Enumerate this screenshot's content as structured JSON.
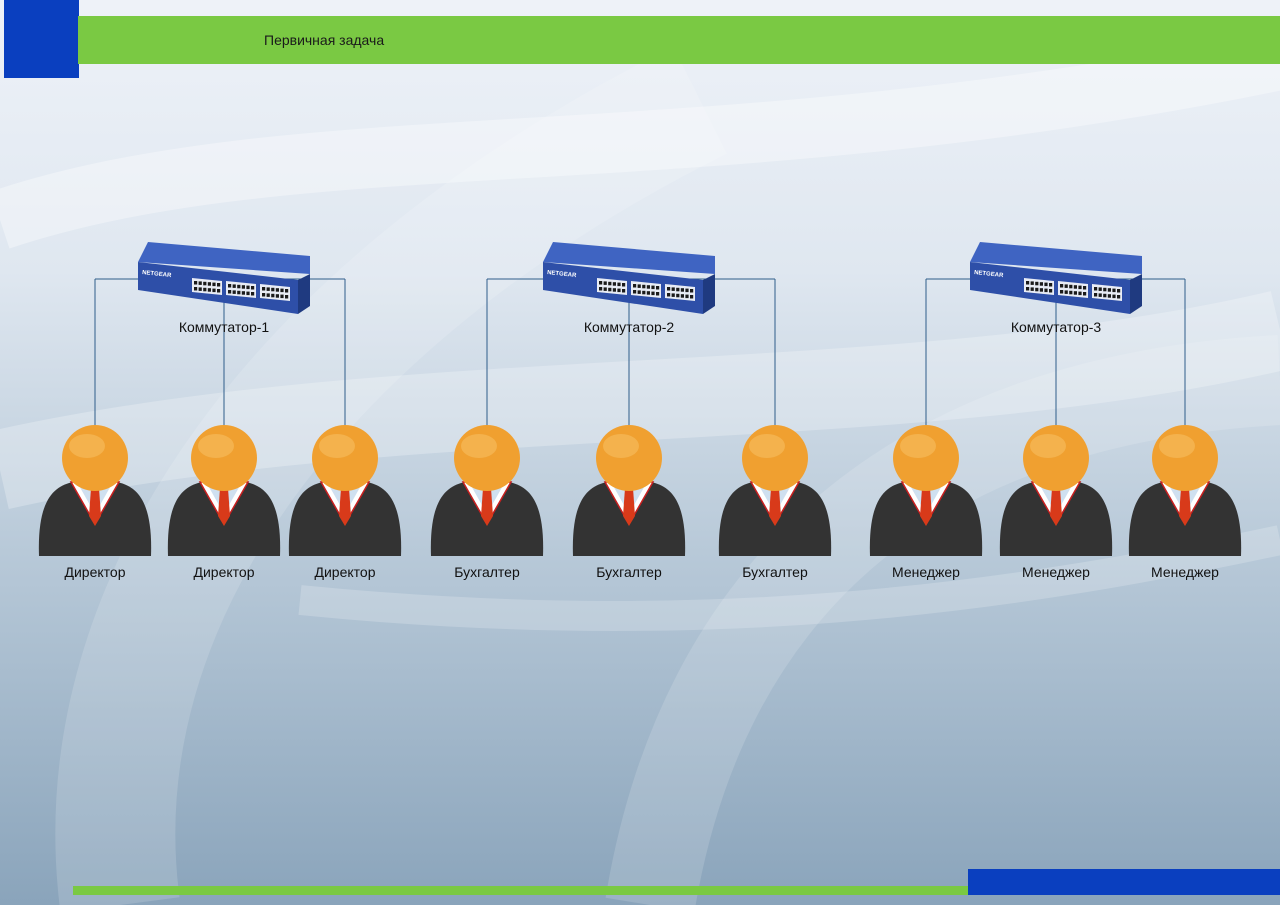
{
  "header": {
    "title": "Первичная задача"
  },
  "switch_brand": "NETGEAR",
  "colors": {
    "header_green": "#7ac943",
    "accent_blue": "#0a3fbf",
    "switch_blue": "#2e4fa8",
    "link_line": "#2f5d8a",
    "person_head": "#f0a030",
    "person_suit": "#333333",
    "person_tie": "#d83a1a"
  },
  "groups": [
    {
      "switch": {
        "label": "Коммутатор-1"
      },
      "people": [
        {
          "label": "Директор"
        },
        {
          "label": "Директор"
        },
        {
          "label": "Директор"
        }
      ]
    },
    {
      "switch": {
        "label": "Коммутатор-2"
      },
      "people": [
        {
          "label": "Бухгалтер"
        },
        {
          "label": "Бухгалтер"
        },
        {
          "label": "Бухгалтер"
        }
      ]
    },
    {
      "switch": {
        "label": "Коммутатор-3"
      },
      "people": [
        {
          "label": "Менеджер"
        },
        {
          "label": "Менеджер"
        },
        {
          "label": "Менеджер"
        }
      ]
    }
  ]
}
